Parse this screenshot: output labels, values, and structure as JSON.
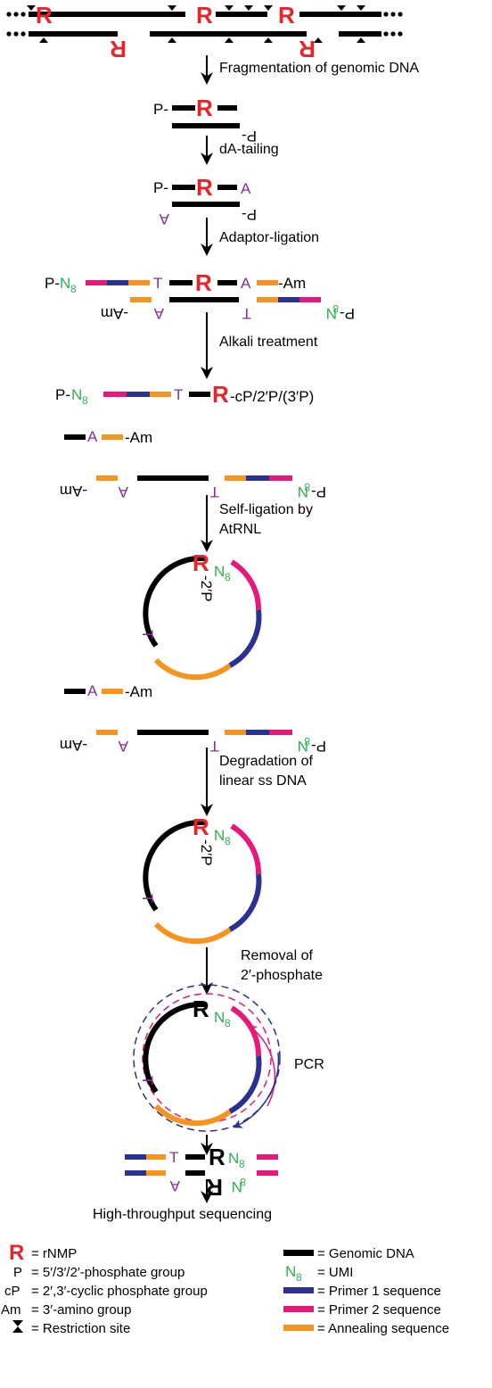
{
  "colors": {
    "genomic": "#000000",
    "rnmp": "#e8232a",
    "primer1": "#2b3192",
    "primer2": "#e6197a",
    "annealing": "#f7941d",
    "umi": "#2bb24c",
    "adaptor_base": "#8a2c9a",
    "pcr_outer": "#2b3192",
    "pcr_inner": "#e6197a"
  },
  "symbols": {
    "rnmp": "R",
    "phosphate_prefix": "P-",
    "phosphate_suffix": "-P",
    "a": "A",
    "t": "T",
    "am": "-Am",
    "umi_letter": "N",
    "umi_sub": "8",
    "cp_tail": "-cP/2′P/(3′P)",
    "twoP": "-2′P"
  },
  "steps": {
    "s1": "Fragmentation of genomic DNA",
    "s2": "dA-tailing",
    "s3": "Adaptor-ligation",
    "s4": "Alkali treatment",
    "s5a": "Self-ligation by",
    "s5b": "AtRNL",
    "s6a": "Degradation of",
    "s6b": "linear ss DNA",
    "s7a": "Removal of",
    "s7b": "2′-phosphate",
    "pcr": "PCR",
    "s8": "High-throughput sequencing"
  },
  "legend": {
    "left": [
      {
        "sym": "R",
        "text": "= rNMP"
      },
      {
        "sym": "P",
        "text": "= 5′/3′/2′-phosphate group"
      },
      {
        "sym": "cP",
        "text": "= 2′,3′-cyclic phosphate group"
      },
      {
        "sym": "Am",
        "text": "= 3′-amino group"
      },
      {
        "sym": "restriction-site-icon",
        "text": "= Restriction site"
      }
    ],
    "right": [
      {
        "sym": "genomic",
        "text": "= Genomic DNA"
      },
      {
        "sym": "N8",
        "text": "= UMI"
      },
      {
        "sym": "primer1",
        "text": "= Primer 1 sequence"
      },
      {
        "sym": "primer2",
        "text": "= Primer 2 sequence"
      },
      {
        "sym": "annealing",
        "text": "= Annealing sequence"
      }
    ]
  }
}
